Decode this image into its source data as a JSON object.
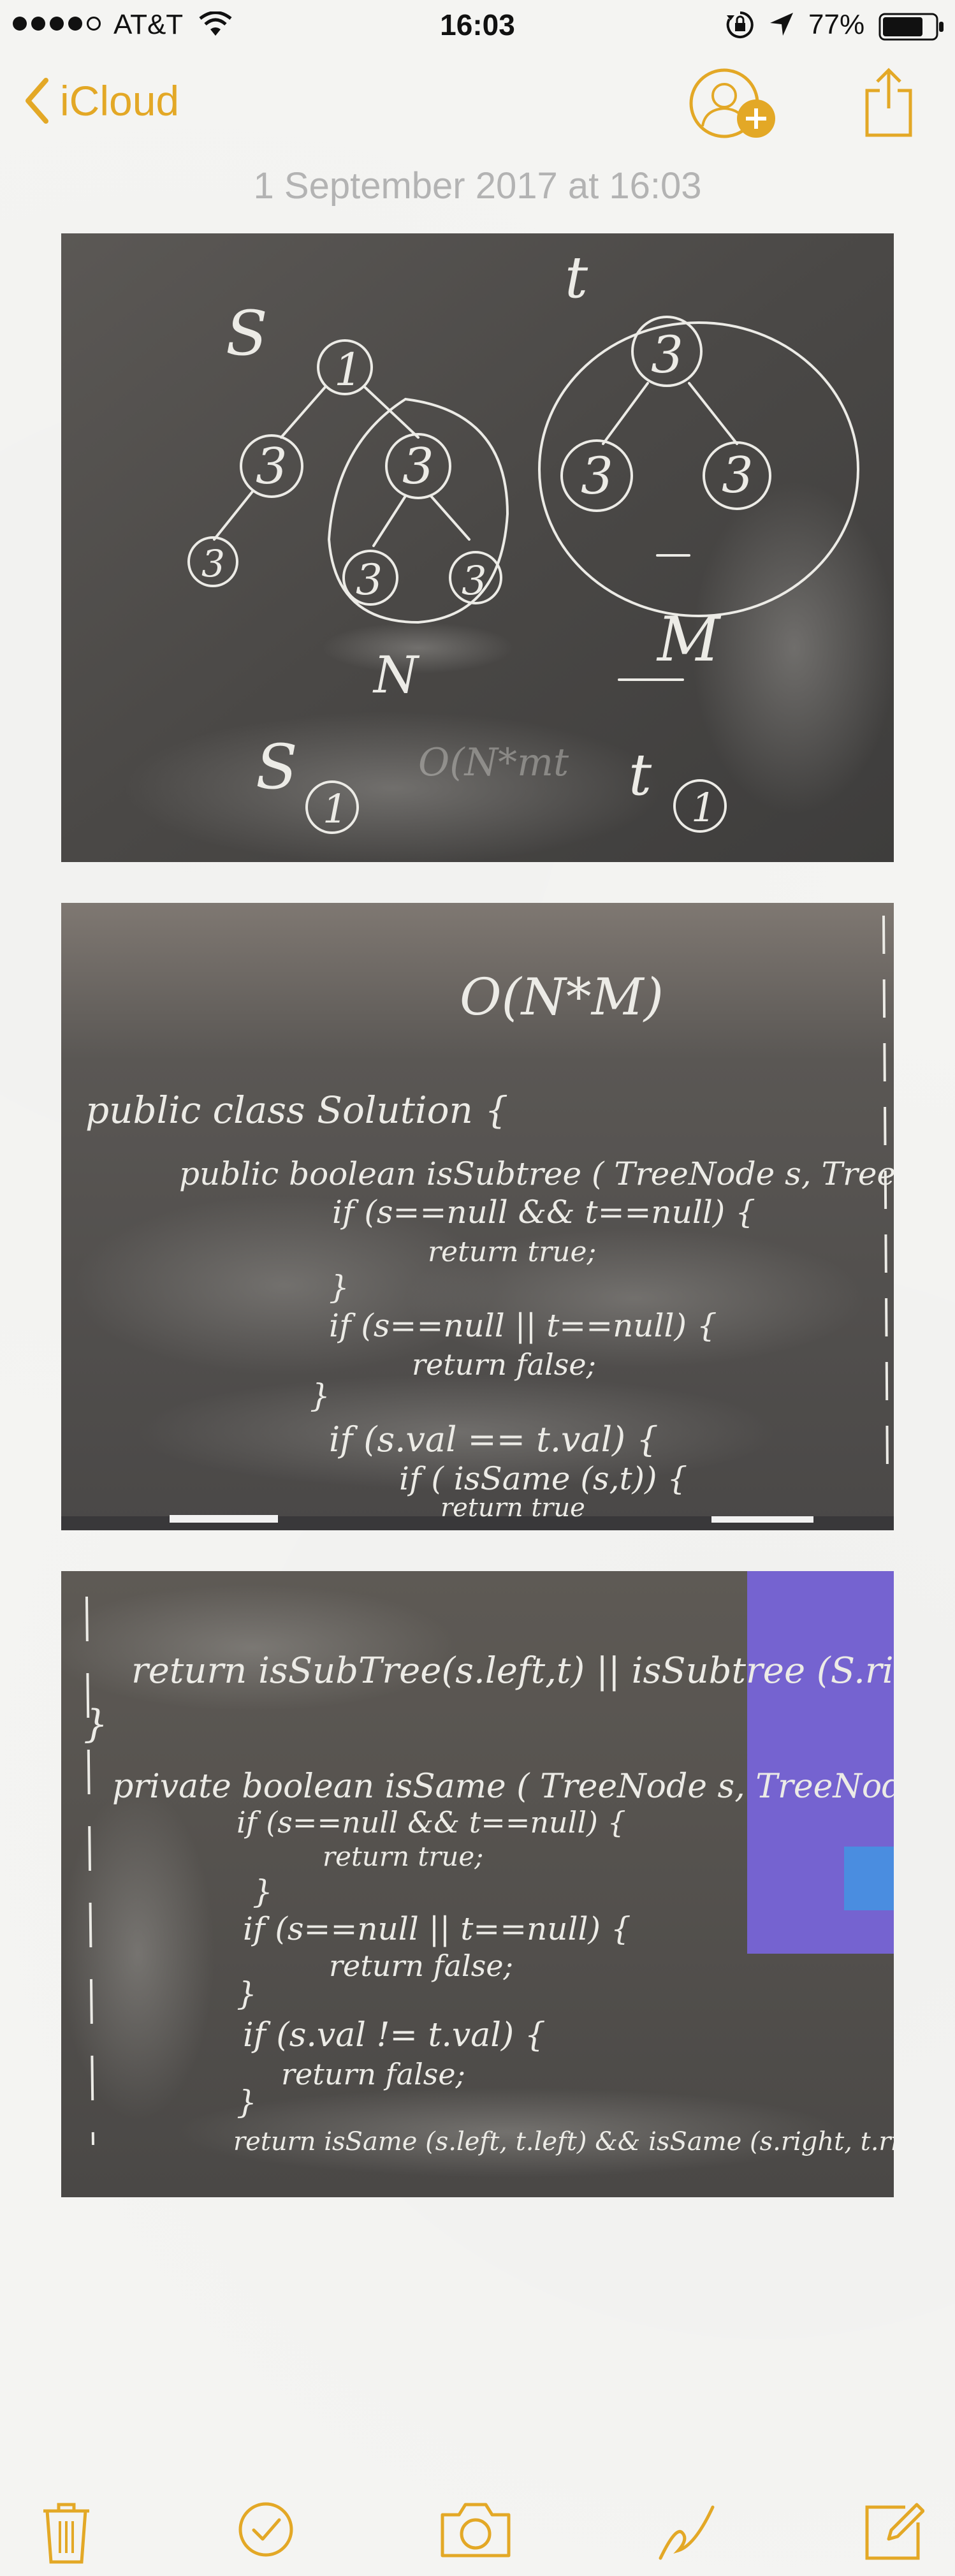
{
  "status_bar": {
    "carrier": "AT&T",
    "time": "16:03",
    "battery_percent": "77%",
    "signal_bars": 4,
    "signal_total": 5
  },
  "nav": {
    "back_label": "iCloud",
    "accent_color": "#e3a826"
  },
  "note": {
    "date": "1 September 2017 at 16:03"
  },
  "photo1": {
    "labels": {
      "s": "S",
      "t": "t",
      "n": "N",
      "m": "M",
      "s2": "S",
      "t2": "t",
      "small_n": "O(N*mt",
      "node_root_s": "1",
      "node_root_t": "3",
      "node_three": "3",
      "node_one": "1"
    }
  },
  "photo2": {
    "lines": [
      "O(N*M)",
      "public class Solution {",
      "public boolean isSubtree ( TreeNode s, TreeNode t) {",
      "if (s==null && t==null) {",
      "return true;",
      "}",
      "if (s==null || t==null) {",
      "return false;",
      "}",
      "if (s.val == t.val) {",
      "if ( isSame (s,t)) {",
      "return true"
    ]
  },
  "photo3": {
    "lines": [
      "return isSubTree(s.left,t) || isSubtree (S.right, t)",
      "}",
      "private boolean isSame ( TreeNode s, TreeNode t) {",
      "if (s==null && t==null) {",
      "return true;",
      "}",
      "if (s==null || t==null) {",
      "return false;",
      "}",
      "if (s.val != t.val) {",
      "return false;",
      "}",
      "return isSame (s.left, t.left) && isSame (s.right, t.right)"
    ]
  },
  "toolbar": {
    "items": [
      "trash",
      "checklist",
      "camera",
      "sketch",
      "compose"
    ]
  }
}
